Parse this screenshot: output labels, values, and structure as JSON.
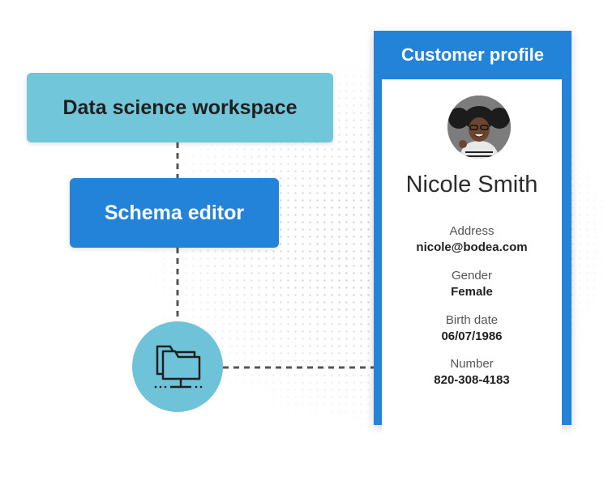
{
  "diagram": {
    "workspace_label": "Data science workspace",
    "schema_label": "Schema editor"
  },
  "profile": {
    "title": "Customer profile",
    "name": "Nicole Smith",
    "fields": [
      {
        "label": "Address",
        "value": "nicole@bodea.com"
      },
      {
        "label": "Gender",
        "value": "Female"
      },
      {
        "label": "Birth date",
        "value": "06/07/1986"
      },
      {
        "label": "Number",
        "value": "820-308-4183"
      }
    ]
  },
  "colors": {
    "light_blue": "#72c6da",
    "blue": "#2283d8",
    "dark_text": "#1f1f1f"
  },
  "icons": {
    "folder": "folder-network-icon",
    "avatar": "avatar"
  }
}
